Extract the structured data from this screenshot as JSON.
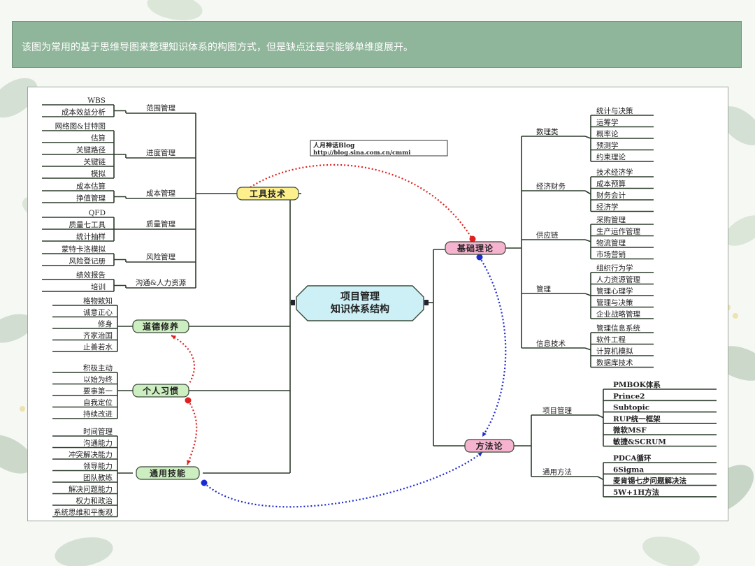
{
  "caption": "该图为常用的基于思维导图来整理知识体系的构图方式，但是缺点还是只能够单维度展开。",
  "colors": {
    "caption_bg": "#8fb59a",
    "center_fill": "#cdf0f6",
    "tool_fill": "#fdf08c",
    "basic_fill": "#f6b3cf",
    "method_fill": "#f6b3cf",
    "ethic_fill": "#cdeec0",
    "link_red": "#e02020",
    "link_blue": "#1e2ad2"
  },
  "watermark": {
    "line1": "人月神话Blog",
    "line2": "http://blog.sina.com.cn/cmmi"
  },
  "center": {
    "line1": "项目管理",
    "line2": "知识体系结构"
  },
  "left_branches": [
    {
      "label": "工具技术",
      "subs": [
        {
          "label": "范围管理",
          "leaves": [
            "WBS",
            "成本效益分析"
          ]
        },
        {
          "label": "进度管理",
          "leaves": [
            "网络图&甘特图",
            "估算",
            "关键路径",
            "关键链",
            "模拟"
          ]
        },
        {
          "label": "成本管理",
          "leaves": [
            "成本估算",
            "挣值管理"
          ]
        },
        {
          "label": "质量管理",
          "leaves": [
            "QFD",
            "质量七工具",
            "统计抽样"
          ]
        },
        {
          "label": "风险管理",
          "leaves": [
            "蒙特卡洛模拟",
            "风险登记册"
          ]
        },
        {
          "label": "沟通&人力资源",
          "leaves": [
            "绩效报告",
            "培训"
          ]
        }
      ]
    },
    {
      "label": "道德修养",
      "leaves": [
        "格物致知",
        "诚意正心",
        "修身",
        "齐家治国",
        "止善若水"
      ]
    },
    {
      "label": "个人习惯",
      "leaves": [
        "积极主动",
        "以始为终",
        "要事第一",
        "自我定位",
        "持续改进"
      ]
    },
    {
      "label": "通用技能",
      "leaves": [
        "时间管理",
        "沟通能力",
        "冲突解决能力",
        "领导能力",
        "团队教练",
        "解决问题能力",
        "权力和政治",
        "系统思维和平衡观"
      ]
    }
  ],
  "right_branches": [
    {
      "label": "基础理论",
      "subs": [
        {
          "label": "数理类",
          "leaves": [
            "统计与决策",
            "运筹学",
            "概率论",
            "预测学",
            "约束理论"
          ]
        },
        {
          "label": "经济财务",
          "leaves": [
            "技术经济学",
            "成本预算",
            "财务会计",
            "经济学"
          ]
        },
        {
          "label": "供应链",
          "leaves": [
            "采购管理",
            "生产运作管理",
            "物流管理",
            "市场营销"
          ]
        },
        {
          "label": "管理",
          "leaves": [
            "组织行为学",
            "人力资源管理",
            "管理心理学",
            "管理与决策",
            "企业战略管理"
          ]
        },
        {
          "label": "信息技术",
          "leaves": [
            "管理信息系统",
            "软件工程",
            "计算机模拟",
            "数据库技术"
          ]
        }
      ]
    },
    {
      "label": "方法论",
      "subs": [
        {
          "label": "项目管理",
          "leaves": [
            "PMBOK体系",
            "Prince2",
            "Subtopic",
            "RUP统一框架",
            "微软MSF",
            "敏捷&SCRUM"
          ]
        },
        {
          "label": "通用方法",
          "leaves": [
            "PDCA循环",
            "6Sigma",
            "麦肯锡七步问题解决法",
            "5W+1H方法"
          ]
        }
      ]
    }
  ]
}
